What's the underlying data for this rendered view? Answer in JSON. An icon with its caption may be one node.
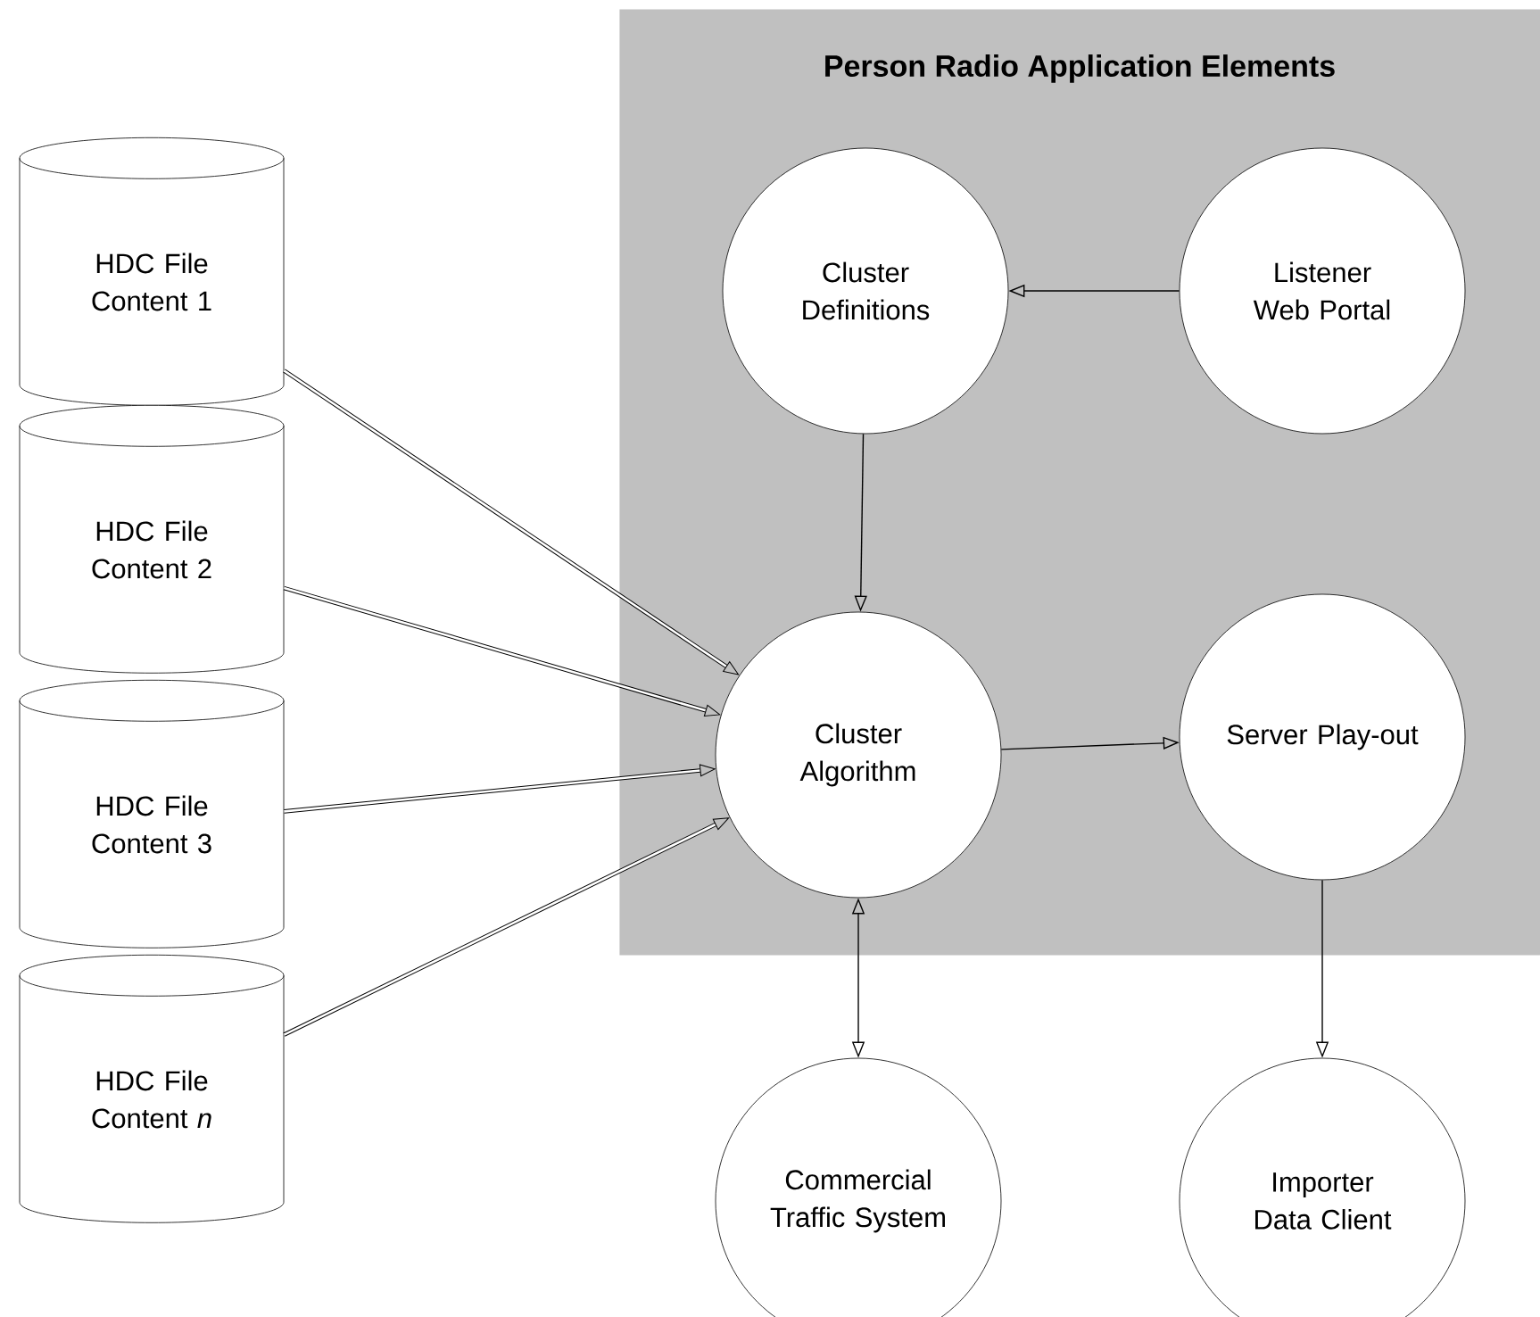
{
  "diagram": {
    "nodes": [
      {
        "text": [
          "Person Radio Application Elements"
        ]
      },
      {
        "text": [
          "Cluster Definitions"
        ],
        "in": 0
      },
      {
        "text": [
          "Listener Web Portal"
        ],
        "in": 0
      },
      {
        "text": [
          "Cluster Algorithm"
        ],
        "in": 0
      },
      {
        "text": [
          "Server Play-out"
        ],
        "in": 0
      },
      {
        "text": [
          "Commercial Traffic System"
        ]
      },
      {
        "text": [
          "Importer Data Client"
        ]
      },
      {
        "text": [
          "HDC File Content 1"
        ]
      },
      {
        "text": [
          "HDC File Content 2"
        ]
      },
      {
        "text": [
          "HDC File Content 3"
        ]
      },
      {
        "text": [
          "HDC File Content *n*"
        ]
      }
    ],
    "edges": [
      {
        "from": 2,
        "to": 1,
        "arrow": "to"
      },
      {
        "from": 1,
        "to": 3,
        "arrow": "to"
      },
      {
        "from": 3,
        "to": 4,
        "arrow": "to"
      },
      {
        "from": 4,
        "to": 6,
        "arrow": "to"
      },
      {
        "from": 3,
        "to": 5,
        "arrow": "both"
      },
      {
        "from": 7,
        "to": 3,
        "arrow": "to",
        "style": "thick"
      },
      {
        "from": 8,
        "to": 3,
        "arrow": "to",
        "style": "thick"
      },
      {
        "from": 9,
        "to": 3,
        "arrow": "to",
        "style": "thick"
      },
      {
        "from": 10,
        "to": 3,
        "arrow": "to",
        "style": "thick"
      }
    ]
  }
}
